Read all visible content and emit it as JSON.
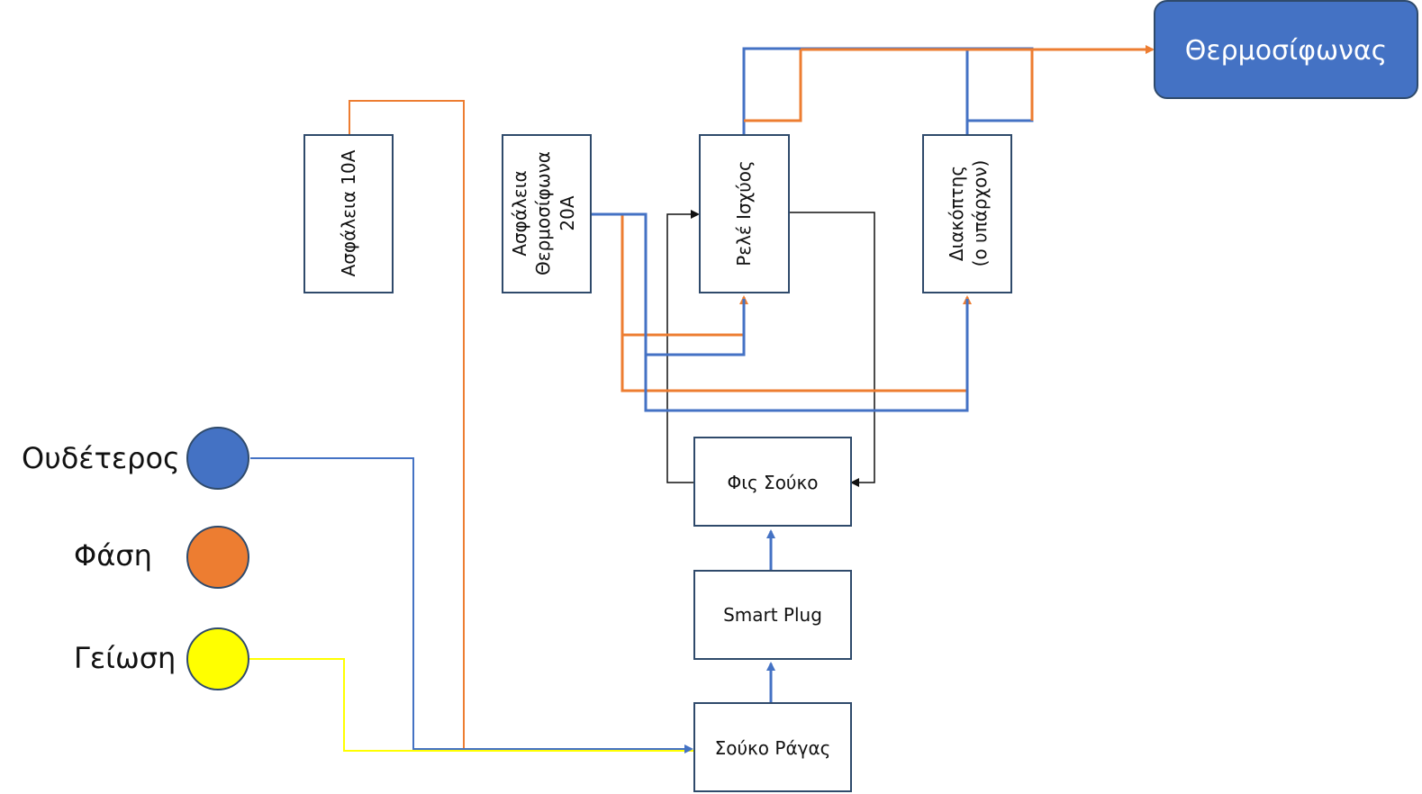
{
  "colors": {
    "neutral": "#4472c4",
    "phase": "#ed7d31",
    "ground": "#ffff00",
    "signal": "#111111",
    "box_border": "#2f4a6b",
    "heater_fill": "#4472c4"
  },
  "legend": {
    "neutral": "Ουδέτερος",
    "phase": "Φάση",
    "ground": "Γείωση"
  },
  "boxes": {
    "heater": "Θερμοσίφωνας",
    "fuse10": "Ασφάλεια 10Α",
    "fuse20_line1": "Ασφάλεια",
    "fuse20_line2": "Θερμοσίφωνα",
    "fuse20_line3": "20Α",
    "relay": "Ρελέ Ισχύος",
    "switch_line1": "Διακόπτης",
    "switch_line2": "(ο υπάρχον)",
    "plug_socket": "Φις Σούκο",
    "smart_plug": "Smart Plug",
    "rail_socket": "Σούκο Ράγας"
  }
}
